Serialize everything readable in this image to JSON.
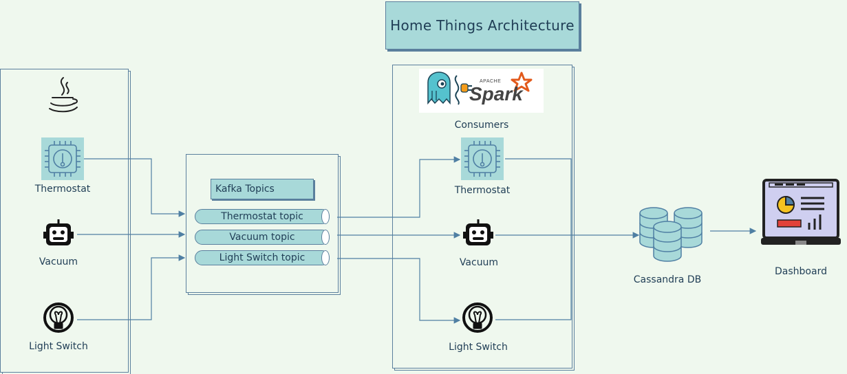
{
  "title": "Home Things Architecture",
  "producers": {
    "items": [
      {
        "label": "Thermostat",
        "icon": "thermostat-chip-icon"
      },
      {
        "label": "Vacuum",
        "icon": "robot-icon"
      },
      {
        "label": "Light Switch",
        "icon": "lightbulb-icon"
      }
    ],
    "header_icon": "java-icon"
  },
  "kafka": {
    "header": "Kafka Topics",
    "topics": [
      "Thermostat topic",
      "Vacuum topic",
      "Light Switch topic"
    ]
  },
  "consumers": {
    "label": "Consumers",
    "logos": [
      "scylla-icon",
      "kafka-connector-icon",
      "spark-logo"
    ],
    "spark_apache": "APACHE",
    "spark_name": "Spark",
    "items": [
      {
        "label": "Thermostat",
        "icon": "thermostat-chip-icon"
      },
      {
        "label": "Vacuum",
        "icon": "robot-icon"
      },
      {
        "label": "Light Switch",
        "icon": "lightbulb-icon"
      }
    ]
  },
  "database": {
    "label": "Cassandra DB",
    "icon": "database-icon"
  },
  "dashboard": {
    "label": "Dashboard",
    "icon": "dashboard-monitor-icon"
  },
  "colors": {
    "background": "#eff8ee",
    "accent": "#a8d9d9",
    "stroke": "#5a7f9d",
    "text": "#1f3d55",
    "spark_orange": "#e25a1c"
  }
}
